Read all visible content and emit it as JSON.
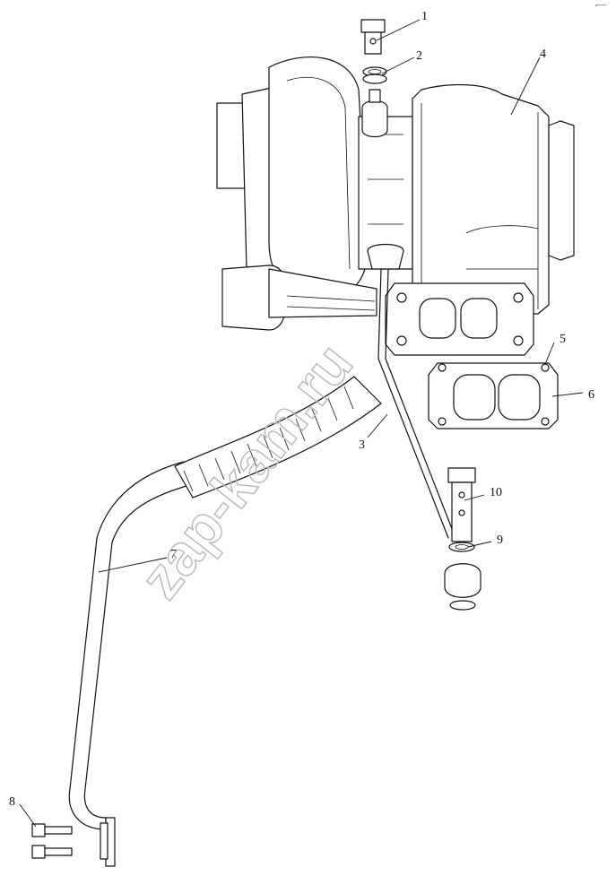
{
  "watermark": "zap-kam.ru",
  "corner_mark": "⌐—",
  "callouts": [
    "1",
    "2",
    "3",
    "4",
    "5",
    "6",
    "7",
    "8",
    "9",
    "10"
  ]
}
